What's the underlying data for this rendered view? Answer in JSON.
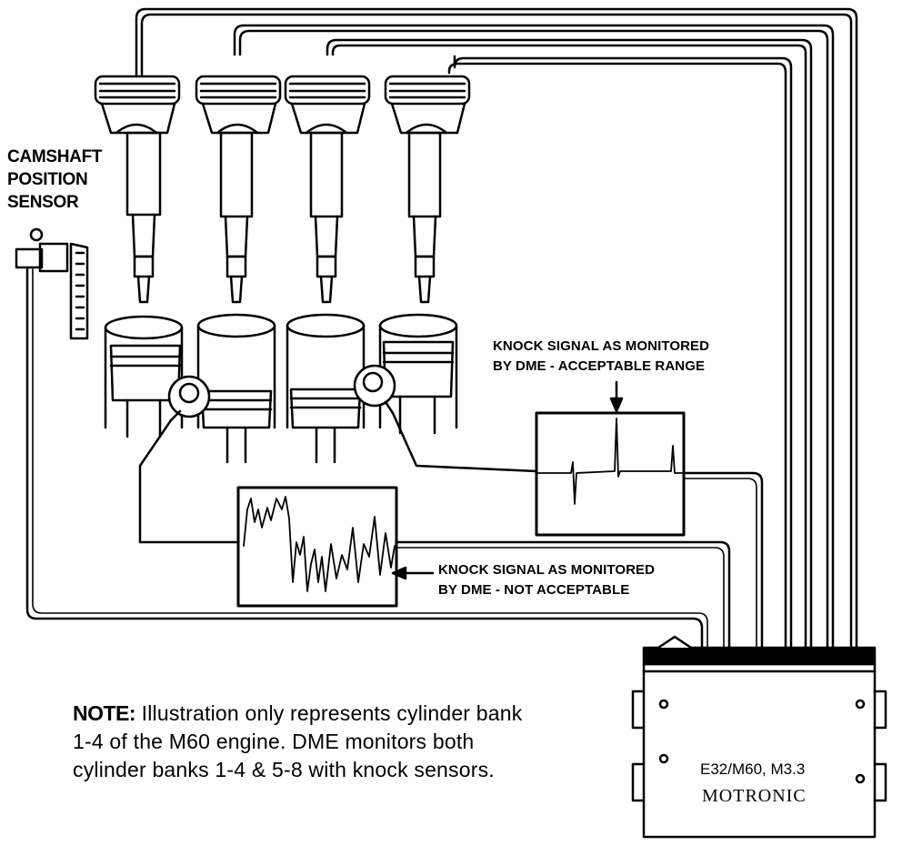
{
  "labels": {
    "camshaft_sensor": [
      "CAMSHAFT",
      "POSITION",
      "SENSOR"
    ],
    "knock_acceptable": [
      "KNOCK SIGNAL AS MONITORED",
      "BY DME - ACCEPTABLE RANGE"
    ],
    "knock_not_acceptable": [
      "KNOCK SIGNAL AS MONITORED",
      "BY DME - NOT ACCEPTABLE"
    ],
    "ecu_model": "E32/M60, M3.3",
    "ecu_name": "MOTRONIC"
  },
  "note": {
    "prefix": "NOTE:",
    "lines": [
      "Illustration only represents cylinder bank",
      "1-4 of the M60 engine.  DME monitors both",
      "cylinder banks 1-4 & 5-8 with knock sensors."
    ]
  },
  "colors": {
    "ink": "#000000",
    "paper": "#ffffff"
  },
  "components": {
    "cylinders": 4,
    "knock_sensors": 2,
    "ignition_coils": 4
  }
}
